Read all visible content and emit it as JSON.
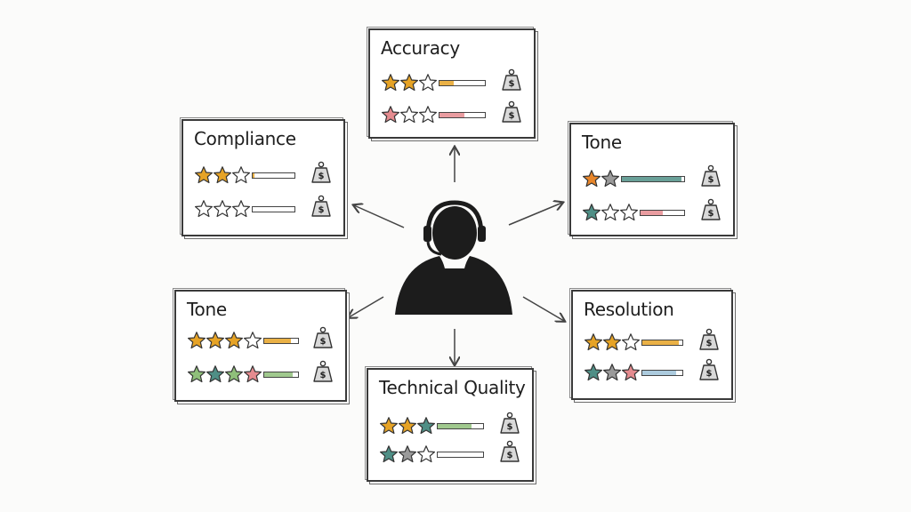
{
  "colors": {
    "gold": "#e6a326",
    "orange": "#e8862a",
    "pink": "#e58b8f",
    "teal": "#4f8f86",
    "green": "#8fbf7a",
    "grey": "#9a9a9a",
    "blue": "#9ec2d8",
    "empty": "#ffffff",
    "ink": "#333333"
  },
  "cards": [
    {
      "title": "Accuracy",
      "rows": [
        {
          "stars": [
            "gold",
            "gold",
            "empty"
          ],
          "bar_fill": 0.32,
          "bar_color": "gold"
        },
        {
          "stars": [
            "pink",
            "empty",
            "empty"
          ],
          "bar_fill": 0.55,
          "bar_color": "pink"
        }
      ]
    },
    {
      "title": "Compliance",
      "rows": [
        {
          "stars": [
            "gold",
            "gold",
            "empty"
          ],
          "bar_fill": 0.05,
          "bar_color": "gold"
        },
        {
          "stars": [
            "empty",
            "empty",
            "empty"
          ],
          "bar_fill": 0.0,
          "bar_color": "grey"
        }
      ]
    },
    {
      "title": "Tone",
      "rows": [
        {
          "stars": [
            "orange",
            "grey"
          ],
          "bar_fill": 0.95,
          "bar_color": "teal"
        },
        {
          "stars": [
            "teal",
            "empty",
            "empty"
          ],
          "bar_fill": 0.5,
          "bar_color": "pink"
        }
      ]
    },
    {
      "title": "Tone",
      "rows": [
        {
          "stars": [
            "gold",
            "gold",
            "gold",
            "empty"
          ],
          "bar_fill": 0.8,
          "bar_color": "gold"
        },
        {
          "stars": [
            "green",
            "teal",
            "green",
            "pink"
          ],
          "bar_fill": 0.85,
          "bar_color": "green"
        }
      ]
    },
    {
      "title": "Resolution",
      "rows": [
        {
          "stars": [
            "gold",
            "gold",
            "empty"
          ],
          "bar_fill": 0.92,
          "bar_color": "gold"
        },
        {
          "stars": [
            "teal",
            "grey",
            "pink"
          ],
          "bar_fill": 0.85,
          "bar_color": "blue"
        }
      ]
    },
    {
      "title": "Technical Quality",
      "rows": [
        {
          "stars": [
            "gold",
            "gold",
            "teal"
          ],
          "bar_fill": 0.75,
          "bar_color": "green"
        },
        {
          "stars": [
            "teal",
            "grey",
            "empty"
          ],
          "bar_fill": 0.0,
          "bar_color": "grey"
        }
      ]
    }
  ],
  "weight_label": "$"
}
